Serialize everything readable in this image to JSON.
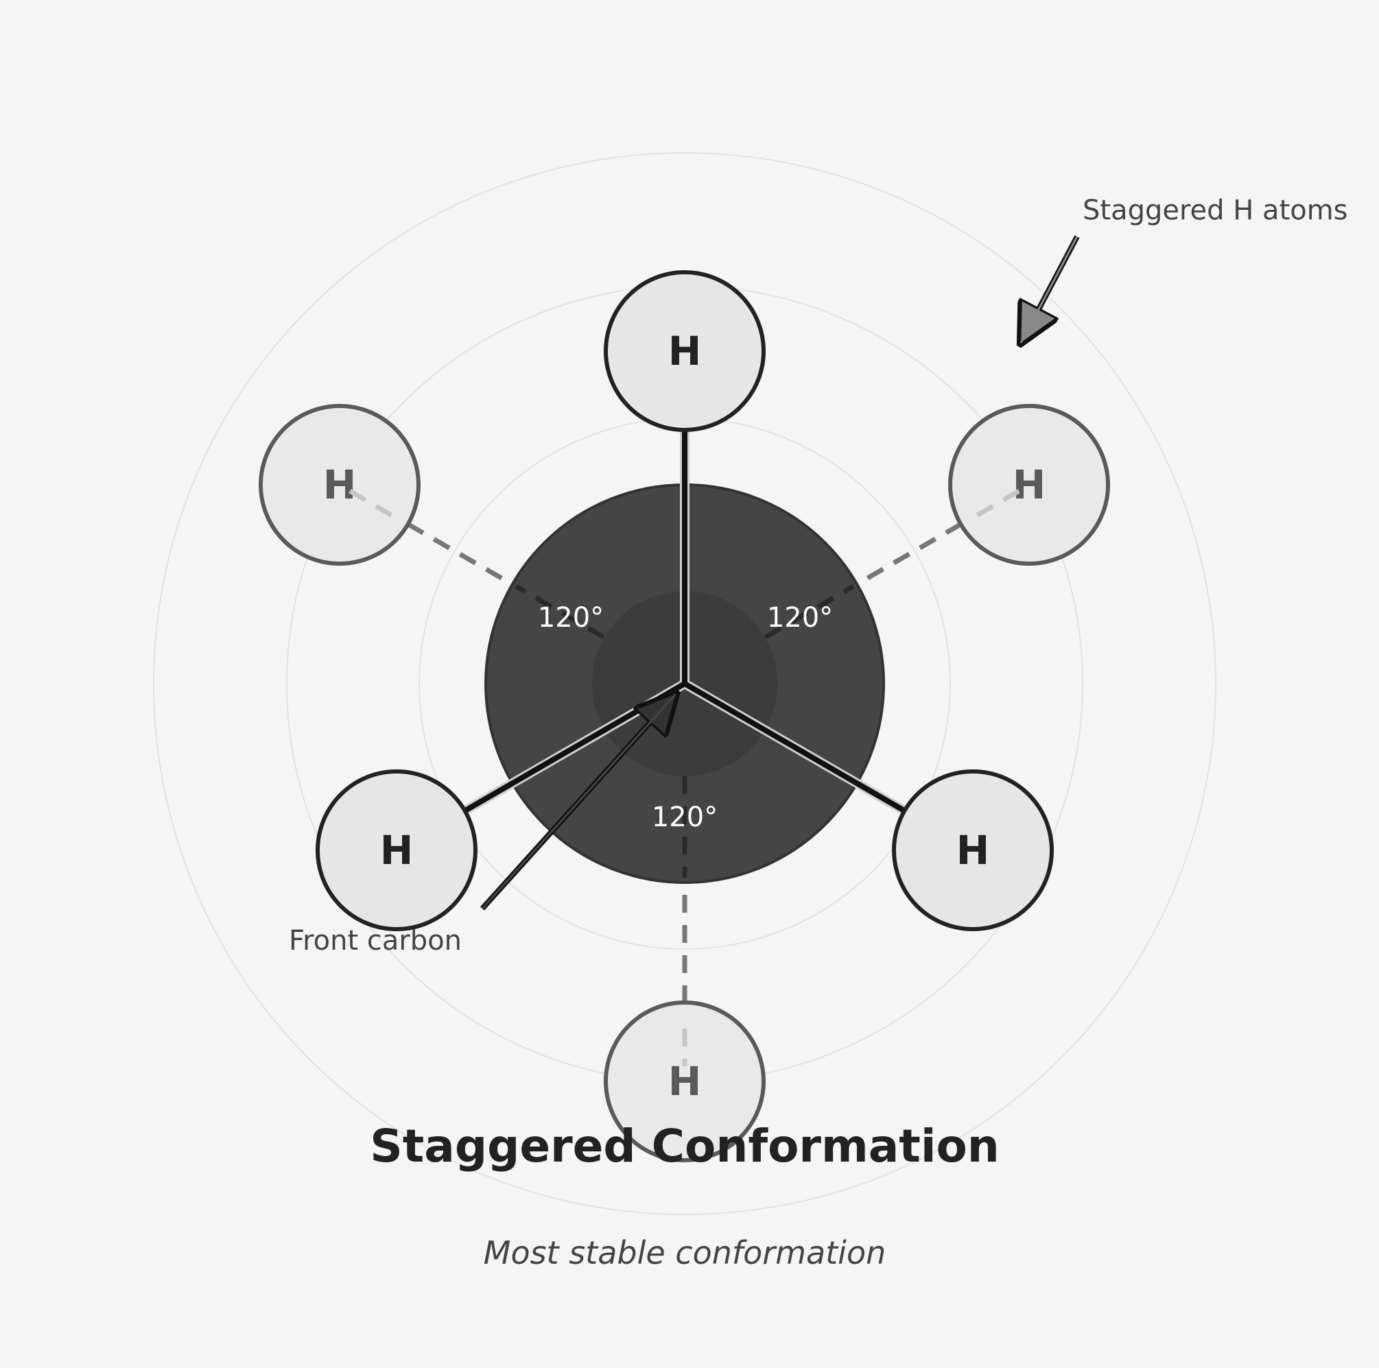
{
  "diagram": {
    "title": "Staggered Conformation",
    "subtitle": "Most stable conformation",
    "annotations": {
      "front_carbon": "Front carbon",
      "staggered_h": "Staggered H atoms"
    },
    "angle_labels": [
      "120°",
      "120°",
      "120°"
    ],
    "front_atoms": [
      {
        "symbol": "H"
      },
      {
        "symbol": "H"
      },
      {
        "symbol": "H"
      }
    ],
    "back_atoms": [
      {
        "symbol": "H"
      },
      {
        "symbol": "H"
      },
      {
        "symbol": "H"
      }
    ],
    "colors": {
      "background": "#f5f5f5",
      "back_carbon": "#454545",
      "front_bond": "#111111",
      "back_bond": "#777777",
      "front_atom_fill": "#e6e6e6",
      "front_atom_stroke": "#222222",
      "back_atom_fill": "#e9e9e9",
      "back_atom_stroke": "#5a5a5a",
      "front_atom_text": "#222222",
      "back_atom_text": "#5a5a5a"
    }
  }
}
